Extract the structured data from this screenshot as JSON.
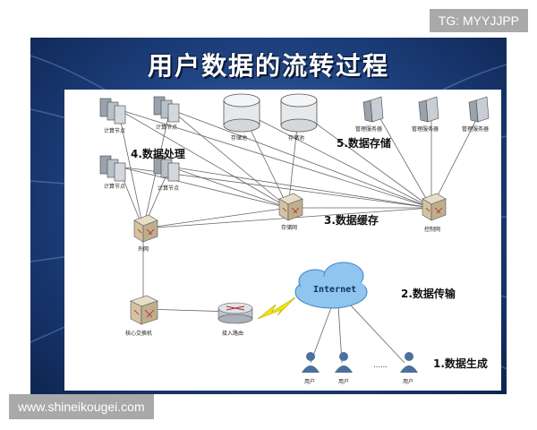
{
  "watermark_top": "TG: MYYJJPP",
  "watermark_bottom": "www.shineikougei.com",
  "title": "用户数据的流转过程",
  "nodes": {
    "compute_a": "计算节点",
    "compute_b": "计算节点",
    "compute_c": "计算节点",
    "compute_d": "计算节点",
    "storage_a": "存储池",
    "storage_b": "存储池",
    "mgmt_a": "管理服务器",
    "mgmt_b": "管理服务器",
    "mgmt_c": "管理服务器",
    "storage_net": "存储网",
    "control_net": "控制网",
    "external_net": "外网",
    "core_switch": "核心交换机",
    "access_router": "接入路由",
    "internet": "Internet",
    "user_a": "用户",
    "user_b": "用户",
    "user_c": "用户",
    "ellipsis": "……"
  },
  "stages": {
    "s1": "1.数据生成",
    "s2": "2.数据传输",
    "s3": "3.数据缓存",
    "s4": "4.数据处理",
    "s5": "5.数据存储"
  }
}
